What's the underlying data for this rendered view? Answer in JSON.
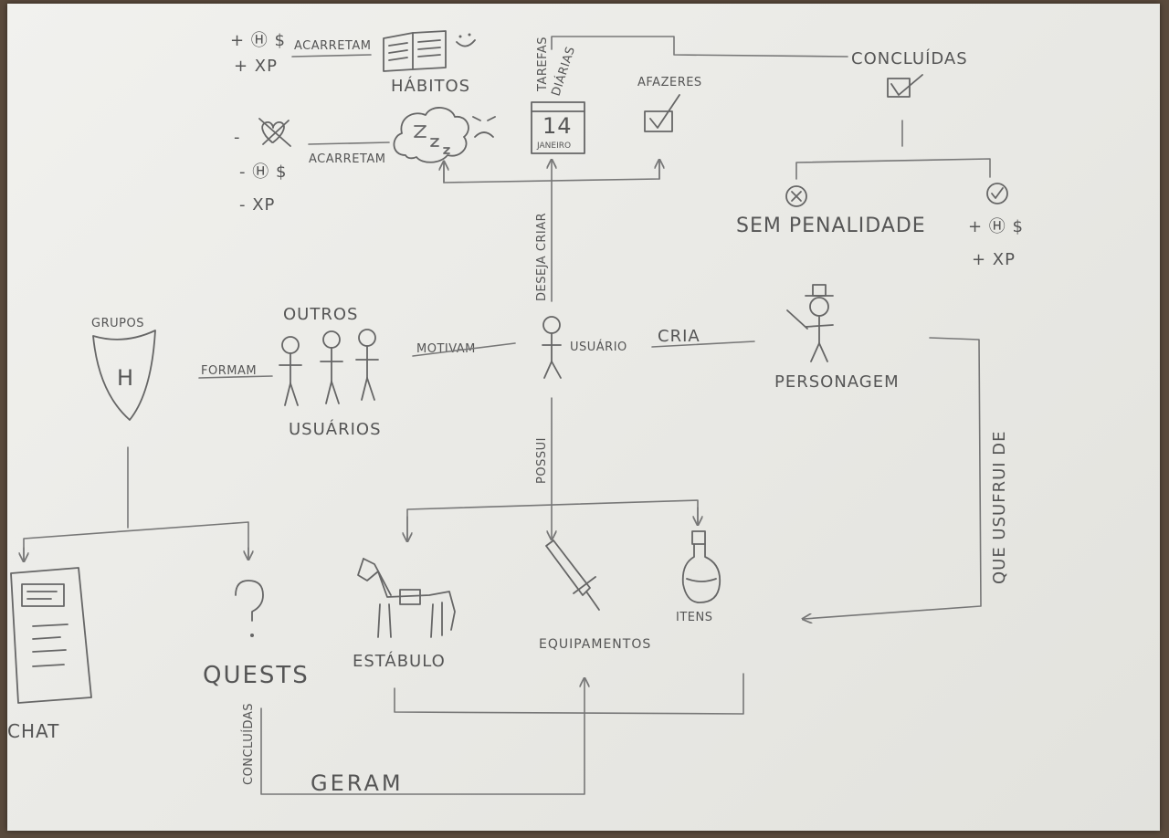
{
  "habits": {
    "title": "HÁBITOS",
    "positive_coin": "+ Ⓗ $",
    "positive_xp": "+ XP",
    "negative_hp": "-",
    "negative_coin": "- Ⓗ $",
    "negative_xp": "- XP",
    "result_label_positive": "ACARRETAM",
    "result_label_negative": "ACARRETAM"
  },
  "dailies": {
    "title_line1": "TAREFAS",
    "title_line2": "DIÁRIAS",
    "calendar_day": "14",
    "calendar_month": "JANEIRO"
  },
  "todos": {
    "title": "AFAZERES"
  },
  "completed": {
    "title": "CONCLUÍDAS",
    "no_penalty": "SEM PENALIDADE",
    "reward_coin": "+ Ⓗ $",
    "reward_xp": "+ XP"
  },
  "user": {
    "label": "USUÁRIO",
    "wants_to_create": "DESEJA CRIAR",
    "creates": "CRIA",
    "owns": "POSSUI",
    "motivate": "MOTIVAM"
  },
  "character": {
    "label": "PERSONAGEM",
    "enjoys": "QUE USUFRUI DE"
  },
  "others": {
    "top_label": "OUTROS",
    "bottom_label": "USUÁRIOS",
    "form": "FORMAM"
  },
  "groups": {
    "title": "GRUPOS",
    "shield_letter": "H"
  },
  "chat": {
    "label": "CHAT"
  },
  "quests": {
    "label": "QUESTS",
    "completed": "CONCLUÍDAS",
    "generate": "GERAM"
  },
  "assets": {
    "stable": "ESTÁBULO",
    "equipment": "EQUIPAMENTOS",
    "items": "ITENS"
  }
}
